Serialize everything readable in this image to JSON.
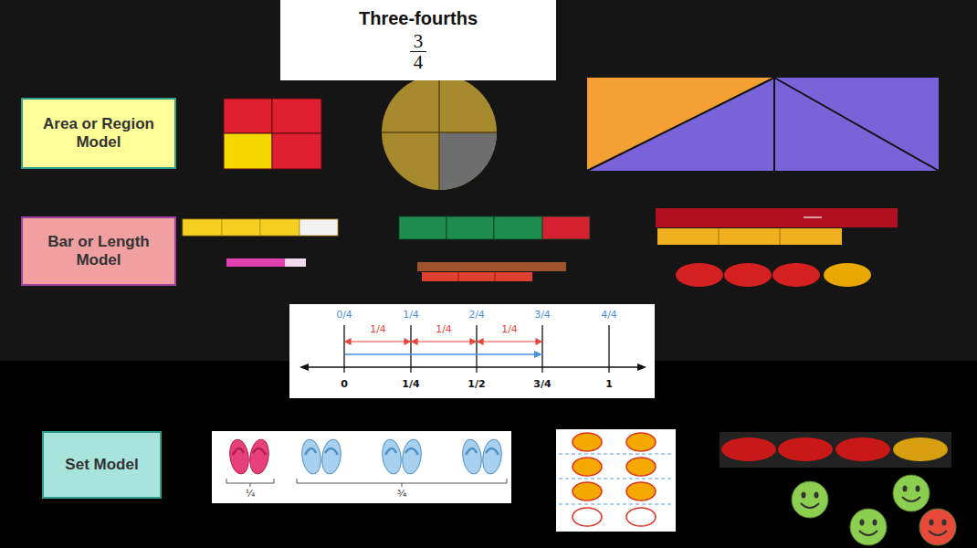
{
  "diagram": {
    "nodes": [
      {
        "text": [
          "Three-fourths",
          "3",
          "4"
        ]
      },
      {
        "text": [
          "Area or Region Model"
        ]
      },
      {
        "text": [
          "Bar or Length Model"
        ]
      },
      {
        "text": [
          "Set Model"
        ]
      }
    ],
    "labels": [
      "0/4",
      "1/4",
      "1/4",
      "1/4",
      "2/4",
      "1/4",
      "3/4",
      "4/4",
      "0",
      "1/4",
      "1/2",
      "3/4",
      "1",
      "¼",
      "¾"
    ]
  }
}
